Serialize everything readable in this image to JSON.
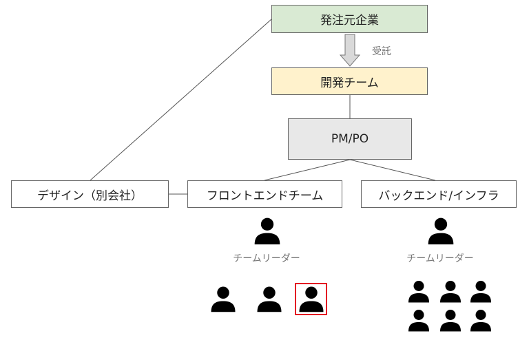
{
  "nodes": {
    "client": {
      "label": "発注元企業",
      "fill": "#d9ead3"
    },
    "dev_team": {
      "label": "開発チーム",
      "fill": "#fff2cc"
    },
    "pm_po": {
      "label": "PM/PO",
      "fill": "#e8e8e8"
    },
    "design": {
      "label": "デザイン（別会社）",
      "fill": "#ffffff"
    },
    "frontend": {
      "label": "フロントエンドチーム",
      "fill": "#ffffff"
    },
    "backend": {
      "label": "バックエンド/インフラ",
      "fill": "#ffffff"
    }
  },
  "edges": {
    "contract_label": "受託"
  },
  "teams": {
    "frontend": {
      "leader_label": "チームリーダー",
      "member_count": 3,
      "highlighted_member": 3
    },
    "backend": {
      "leader_label": "チームリーダー",
      "member_count": 6
    }
  },
  "icons": {
    "person": "person-icon",
    "arrow": "down-arrow-icon"
  },
  "colors": {
    "person": "#000000",
    "highlight_border": "#e31b23",
    "connector": "#555555",
    "arrow_fill": "#d9d9d9",
    "arrow_stroke": "#777777"
  }
}
